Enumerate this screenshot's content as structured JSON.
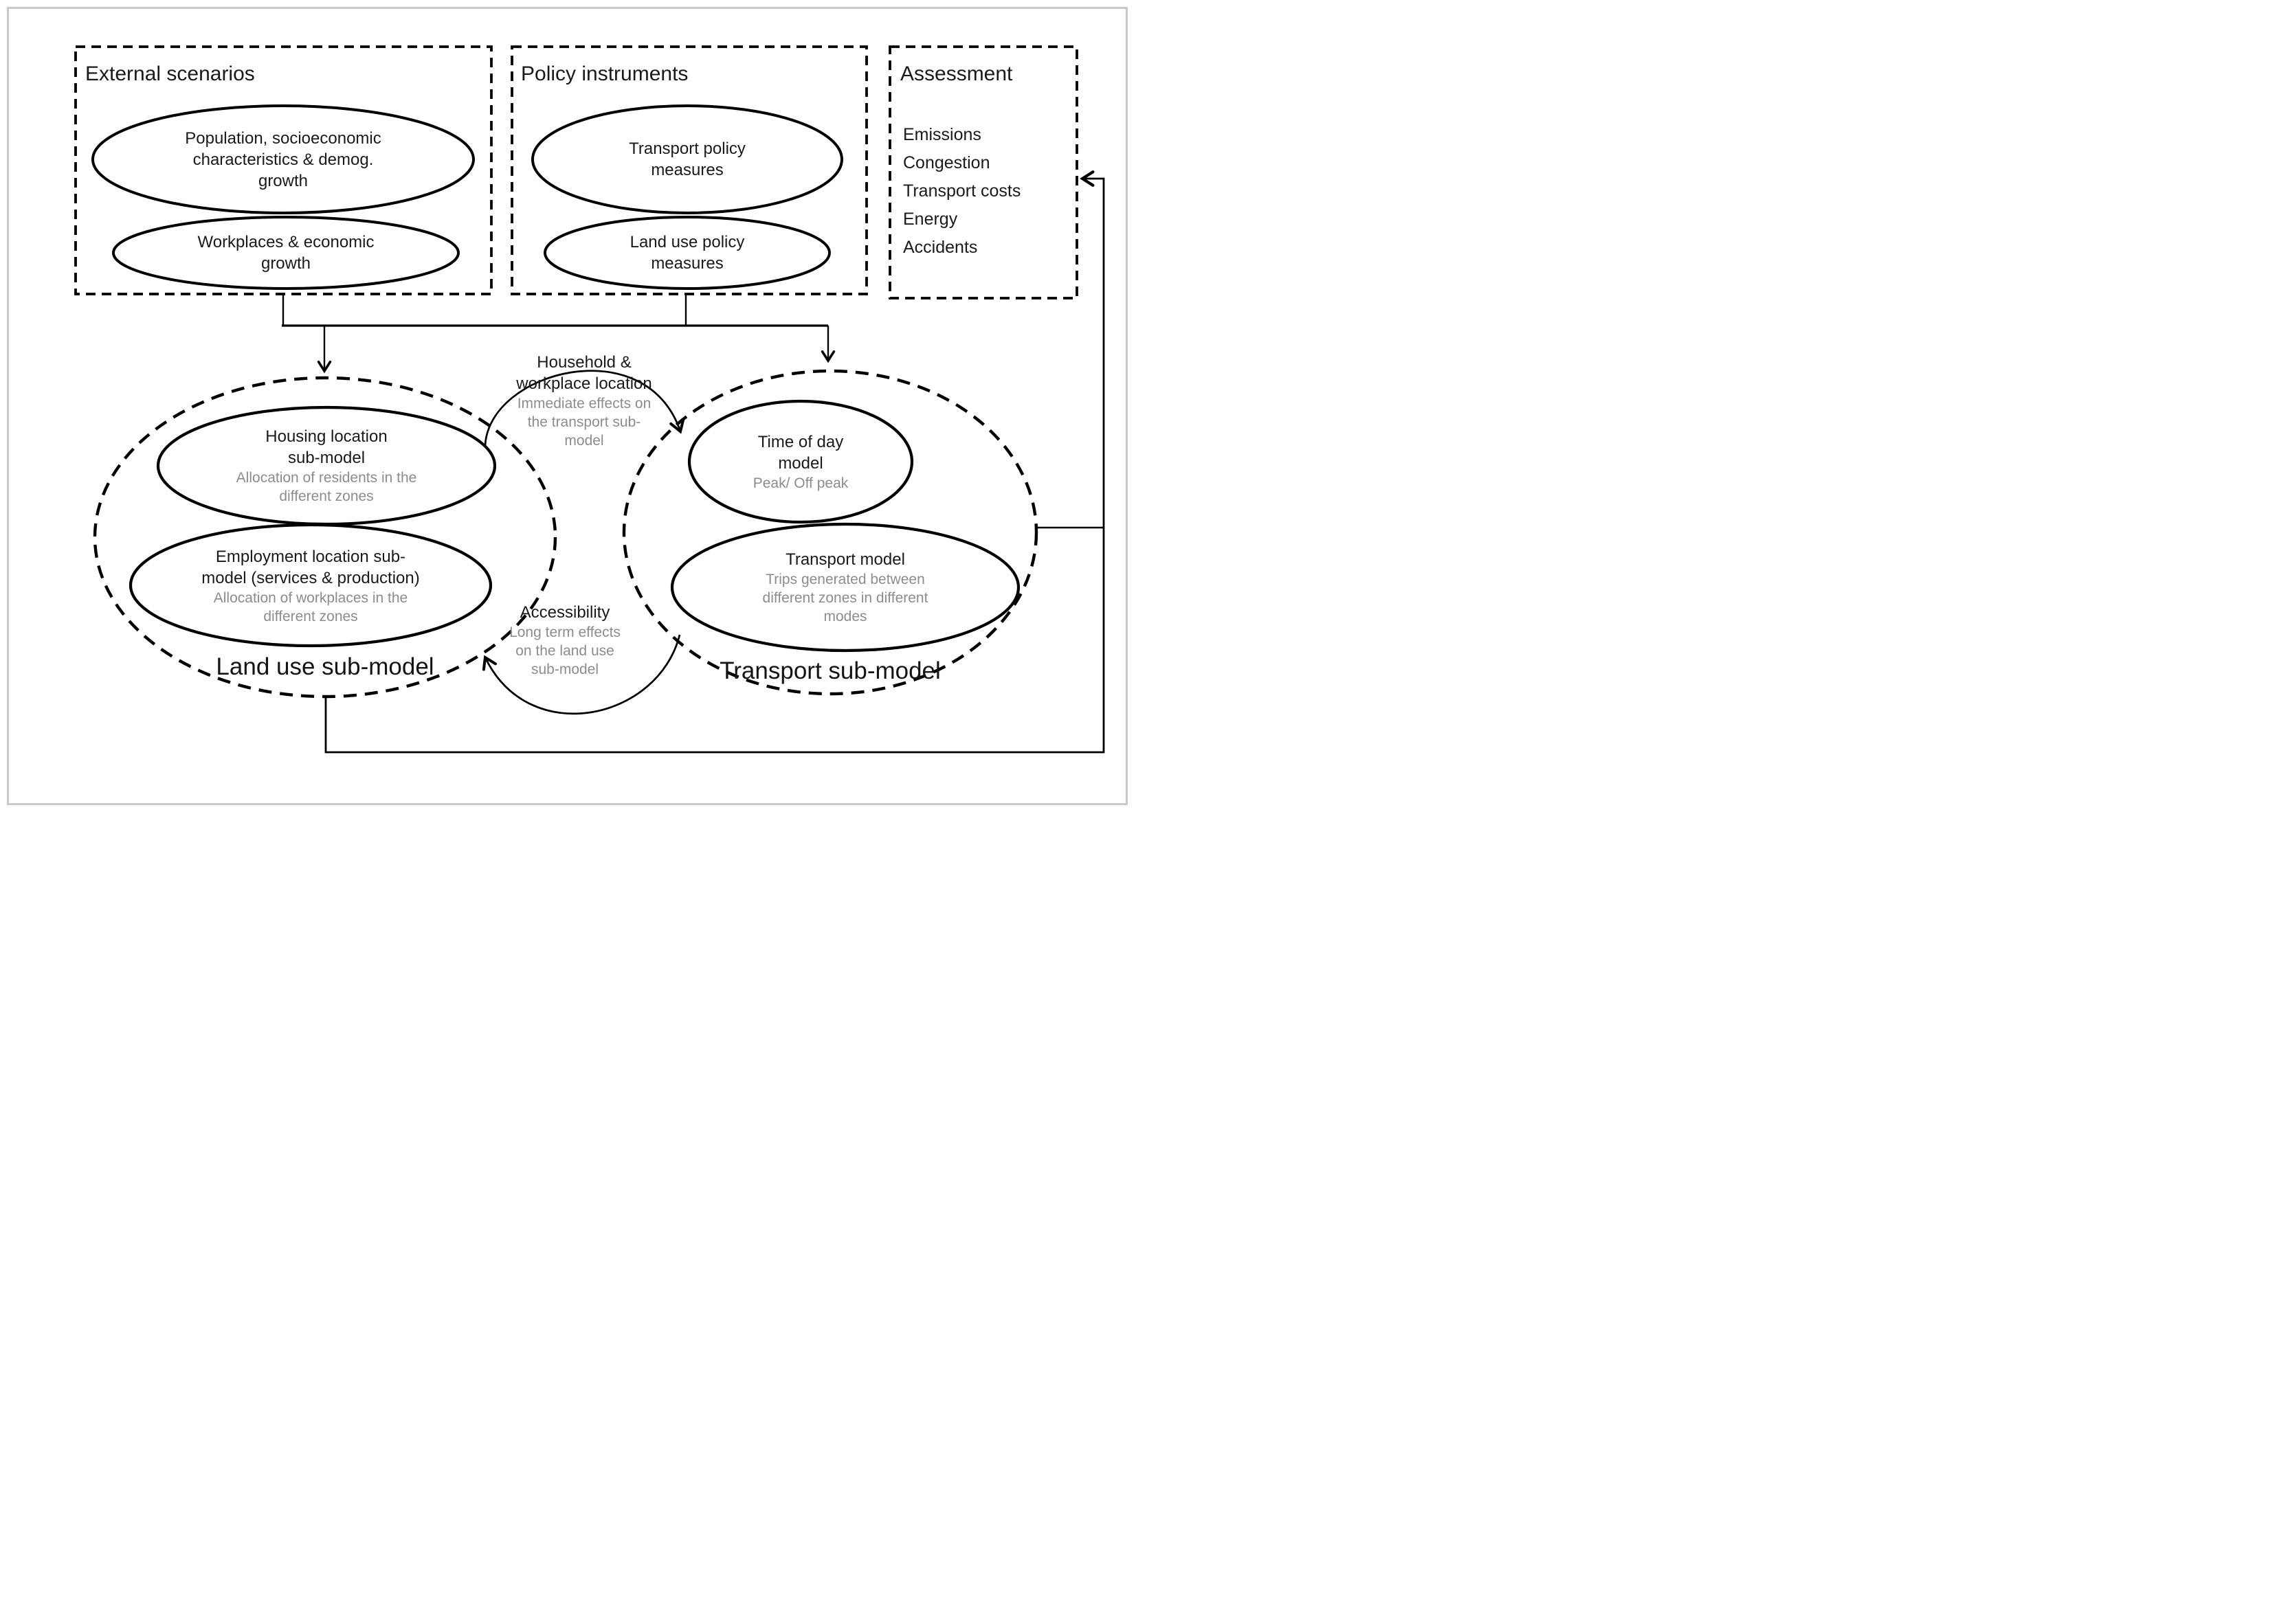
{
  "boxes": {
    "external_scenarios": {
      "title": "External scenarios",
      "nodes": [
        {
          "lines": [
            "Population, socioeconomic",
            "characteristics & demog.",
            "growth"
          ]
        },
        {
          "lines": [
            "Workplaces & economic",
            "growth"
          ]
        }
      ]
    },
    "policy_instruments": {
      "title": "Policy instruments",
      "nodes": [
        {
          "lines": [
            "Transport policy",
            "measures"
          ]
        },
        {
          "lines": [
            "Land use policy",
            "measures"
          ]
        }
      ]
    },
    "assessment": {
      "title": "Assessment",
      "items": [
        "Emissions",
        "Congestion",
        "Transport costs",
        "Energy",
        "Accidents"
      ]
    }
  },
  "land_use": {
    "label": "Land use sub-model",
    "nodes": [
      {
        "title_lines": [
          "Housing location",
          "sub-model"
        ],
        "subtitle_lines": [
          "Allocation of residents in the",
          "different zones"
        ]
      },
      {
        "title_lines": [
          "Employment location sub-",
          "model (services & production)"
        ],
        "subtitle_lines": [
          "Allocation of workplaces in the",
          "different zones"
        ]
      }
    ]
  },
  "transport": {
    "label": "Transport sub-model",
    "nodes": [
      {
        "title_lines": [
          "Time of day",
          "model"
        ],
        "subtitle_lines": [
          "Peak/ Off peak"
        ]
      },
      {
        "title_lines": [
          "Transport model"
        ],
        "subtitle_lines": [
          "Trips generated between",
          "different zones in different",
          "modes"
        ]
      }
    ]
  },
  "flows": {
    "household": {
      "title_lines": [
        "Household &",
        "workplace location"
      ],
      "subtitle_lines": [
        "Immediate effects on",
        "the transport sub-",
        "model"
      ]
    },
    "accessibility": {
      "title_lines": [
        "Accessibility"
      ],
      "subtitle_lines": [
        "Long term effects",
        "on the land use",
        "sub-model"
      ]
    }
  },
  "colors": {
    "line": "#000000",
    "text": "#1a1a1a",
    "subtext": "#8c8c8c",
    "frame": "#c9c9c9"
  }
}
